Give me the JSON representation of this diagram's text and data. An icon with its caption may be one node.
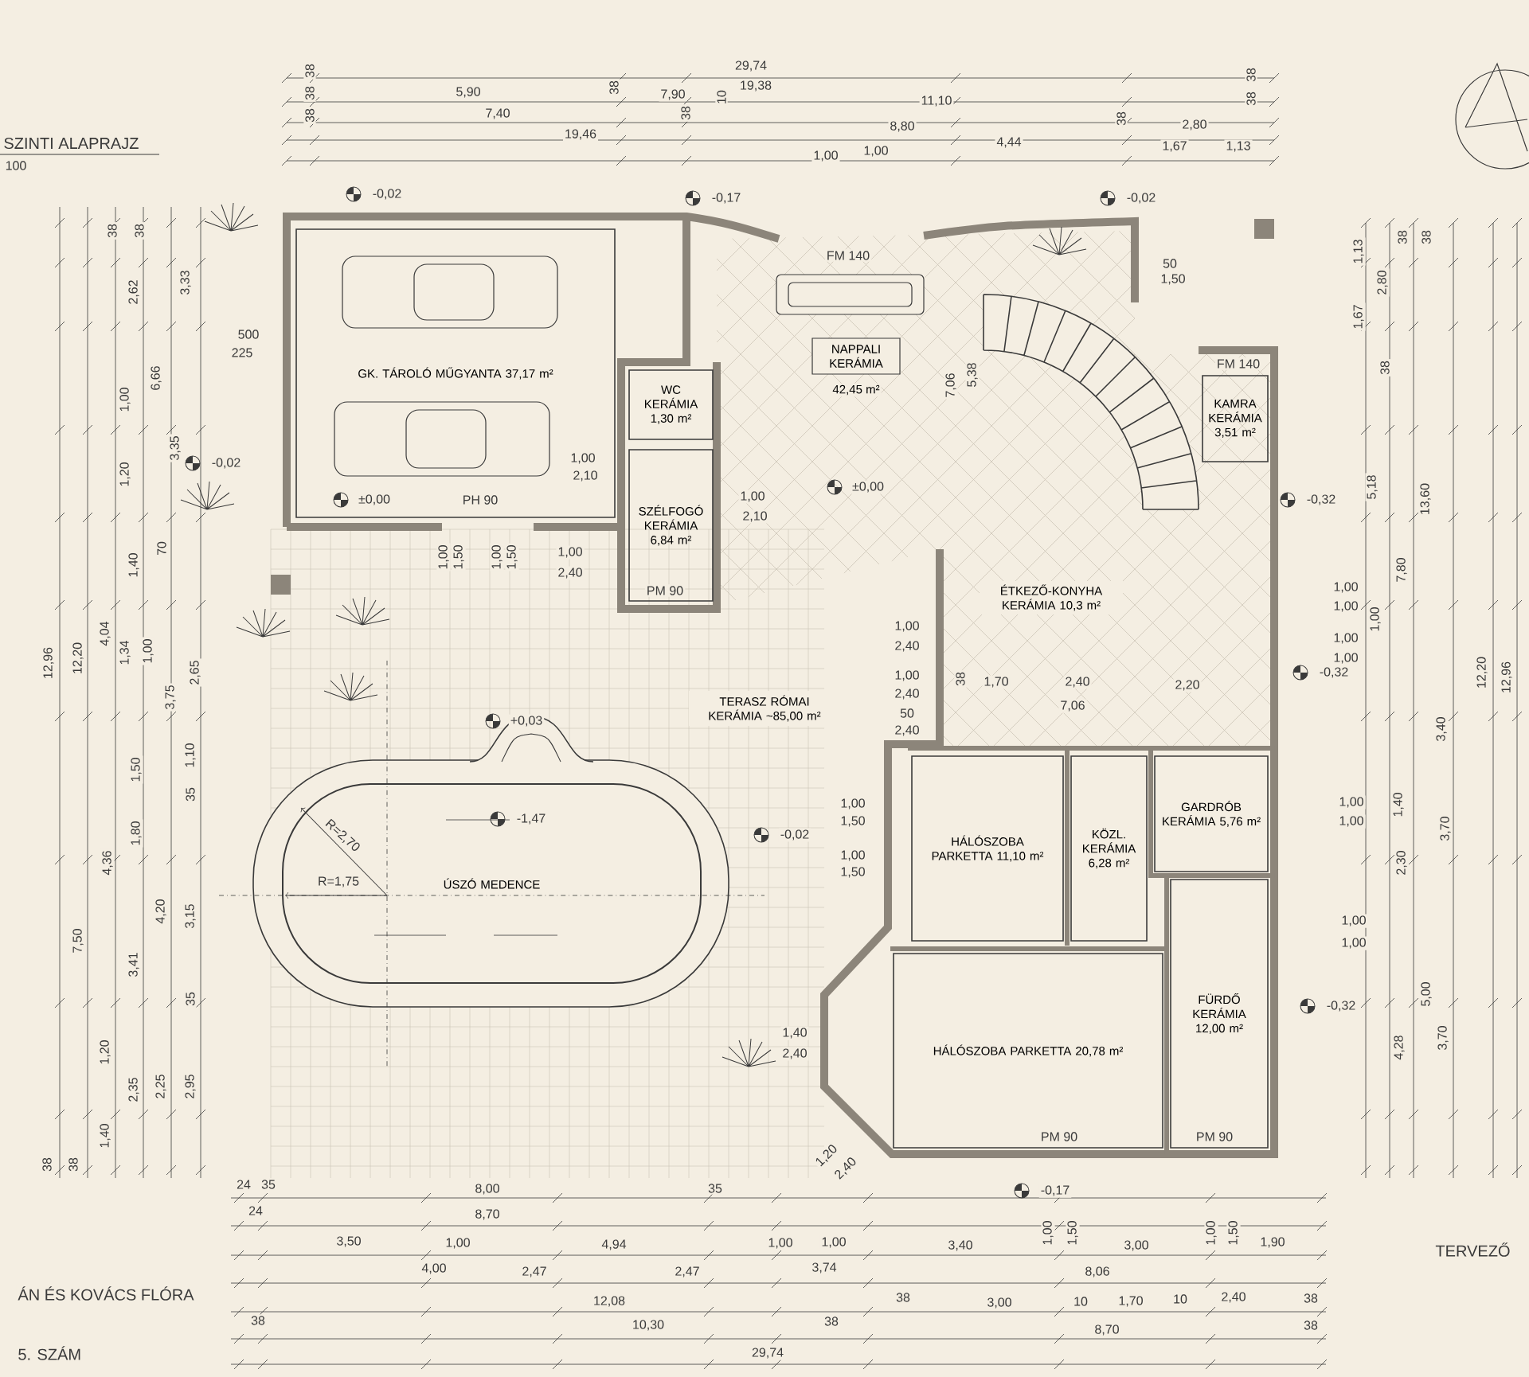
{
  "diagram": {
    "nodes": [
      {
        "text": [
          "GK. TÁROLÓ MŰGYANTA 37,17 m²"
        ]
      },
      {
        "text": [
          "WC KERÁMIA 1,30 m²"
        ]
      },
      {
        "text": [
          "SZÉLFOGÓ KERÁMIA 6,84 m²"
        ]
      },
      {
        "text": [
          "NAPPALI KERÁMIA",
          "42,45 m²"
        ]
      },
      {
        "text": [
          "KAMRA KERÁMIA 3,51 m²"
        ]
      },
      {
        "text": [
          "ÉTKEZŐ-KONYHA KERÁMIA 10,3 m²"
        ]
      },
      {
        "text": [
          "TERASZ RÓMAI KERÁMIA ~85,00 m²"
        ]
      },
      {
        "text": [
          "HÁLÓSZOBA PARKETTA 11,10 m²"
        ]
      },
      {
        "text": [
          "KÖZL. KERÁMIA 6,28 m²"
        ]
      },
      {
        "text": [
          "GARDRÓB KERÁMIA 5,76 m²"
        ]
      },
      {
        "text": [
          "HÁLÓSZOBA PARKETTA 20,78 m²"
        ]
      },
      {
        "text": [
          "FÜRDŐ KERÁMIA 12,00 m²"
        ]
      },
      {
        "text": [
          "ÚSZÓ MEDENCE"
        ]
      }
    ],
    "labels": [
      "SZINTI ALAPRAJZ",
      "100",
      "29,74",
      "19,38",
      "5,90",
      "7,90",
      "7,40",
      "19,46",
      "11,10",
      "8,80",
      "4,44",
      "2,80",
      "1,67",
      "1,13",
      "1,00",
      "1,00",
      "38",
      "38",
      "38",
      "38",
      "38",
      "10",
      "38",
      "38",
      "38",
      "-0,02",
      "-0,17",
      "-0,02",
      "38",
      "38",
      "2,62",
      "3,33",
      "500",
      "225",
      "6,66",
      "1,00",
      "3,35",
      "1,20",
      "-0,02",
      "±0,00",
      "70",
      "1,40",
      "12,96",
      "12,20",
      "4,04",
      "1,34",
      "1,00",
      "3,75",
      "2,65",
      "1,50",
      "1,10",
      "35",
      "1,80",
      "4,36",
      "4,20",
      "3,15",
      "7,50",
      "3,41",
      "35",
      "1,20",
      "2,35",
      "2,25",
      "2,95",
      "1,40",
      "38",
      "38",
      "R=2,70",
      "R=1,75",
      "+0,03",
      "-1,47",
      "-0,02",
      "±0,00",
      "1,00",
      "2,10",
      "1,00",
      "2,40",
      "1,00",
      "2,10",
      "1,00",
      "1,50",
      "1,00",
      "1,50",
      "PH 90",
      "PM 90",
      "FM 140",
      "7,06",
      "5,38",
      "50",
      "1,50",
      "FM 140",
      "1,00",
      "1,00",
      "1,00",
      "1,00",
      "1,00",
      "-0,32",
      "-0,32",
      "1,13",
      "2,80",
      "1,67",
      "38",
      "38",
      "38",
      "5,18",
      "13,60",
      "7,80",
      "12,20",
      "12,96",
      "3,40",
      "1,00",
      "1,00",
      "1,40",
      "3,70",
      "2,30",
      "1,00",
      "1,00",
      "5,00",
      "3,70",
      "4,28",
      "-0,32",
      "1,00",
      "2,40",
      "1,00",
      "2,40",
      "50",
      "2,40",
      "38",
      "1,70",
      "2,40",
      "2,20",
      "7,06",
      "1,00",
      "1,50",
      "1,00",
      "1,50",
      "1,40",
      "2,40",
      "1,20",
      "2,40",
      "PM 90",
      "PM 90",
      "-0,17",
      "1,00",
      "1,50",
      "1,00",
      "1,50",
      "24",
      "35",
      "24",
      "8,00",
      "35",
      "8,70",
      "3,50",
      "1,00",
      "4,94",
      "1,00",
      "1,00",
      "3,40",
      "3,00",
      "1,90",
      "4,00",
      "2,47",
      "2,47",
      "3,74",
      "8,06",
      "12,08",
      "38",
      "3,00",
      "10",
      "1,70",
      "10",
      "2,40",
      "38",
      "38",
      "10,30",
      "38",
      "8,70",
      "38",
      "29,74",
      "ÁN ÉS KOVÁCS FLÓRA",
      "5. SZÁM",
      "TERVEZŐ"
    ]
  }
}
